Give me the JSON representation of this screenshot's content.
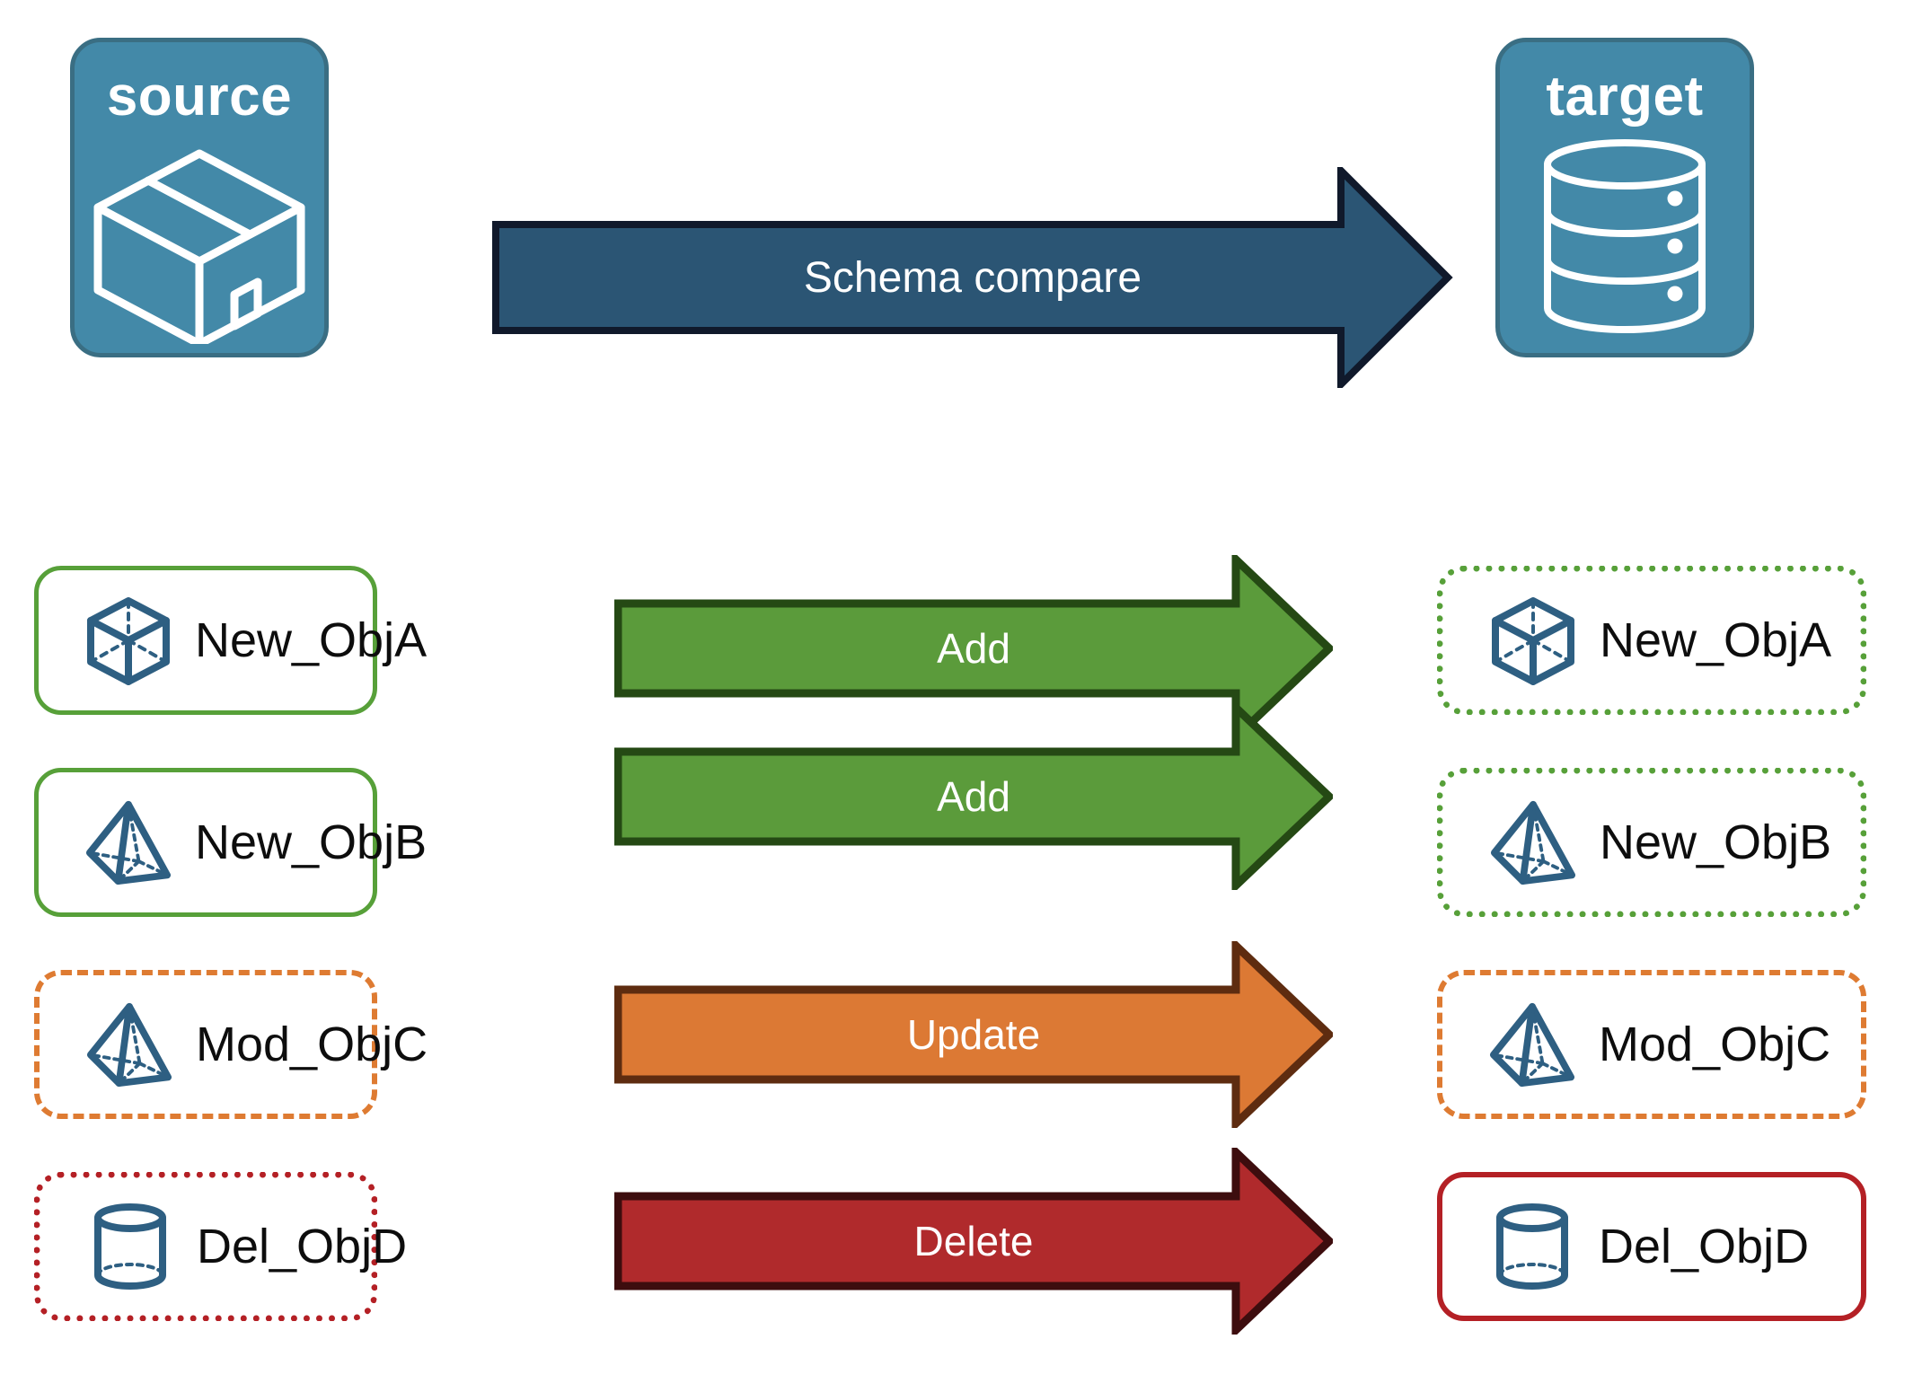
{
  "diagram": {
    "title_source": "source",
    "title_target": "target",
    "compare_label": "Schema compare"
  },
  "colors": {
    "endpoint_fill": "#4389A8",
    "endpoint_stroke": "#3A6E83",
    "compare_arrow_fill": "#2B5574",
    "compare_arrow_stroke": "#10192B",
    "add_fill": "#5B9B3B",
    "add_stroke": "#254914",
    "update_fill": "#DC7934",
    "update_stroke": "#5E2C10",
    "delete_fill": "#B02A2C",
    "delete_stroke": "#3D0D0E",
    "object_icon": "#2E5F82",
    "green_border": "#57A039",
    "orange_border": "#DE7B32",
    "red_border": "#B42025",
    "label_text": "#0D0D0D"
  },
  "endpoints": [
    {
      "name": "source",
      "label": "source",
      "icon": "package-box-icon"
    },
    {
      "name": "target",
      "label": "target",
      "icon": "database-cylinder-icon"
    }
  ],
  "compare_arrow": {
    "label": "Schema compare",
    "direction": "right"
  },
  "rows": [
    {
      "action": "Add",
      "source": {
        "label": "New_ObjA",
        "icon": "wireframe-cube-icon",
        "border_style": "solid",
        "border_color": "green"
      },
      "target": {
        "label": "New_ObjA",
        "icon": "wireframe-cube-icon",
        "border_style": "dotted",
        "border_color": "green"
      }
    },
    {
      "action": "Add",
      "source": {
        "label": "New_ObjB",
        "icon": "wireframe-pyramid-icon",
        "border_style": "solid",
        "border_color": "green"
      },
      "target": {
        "label": "New_ObjB",
        "icon": "wireframe-pyramid-icon",
        "border_style": "dotted",
        "border_color": "green"
      }
    },
    {
      "action": "Update",
      "source": {
        "label": "Mod_ObjC",
        "icon": "wireframe-pyramid-icon",
        "border_style": "dashed",
        "border_color": "orange"
      },
      "target": {
        "label": "Mod_ObjC",
        "icon": "wireframe-pyramid-icon",
        "border_style": "dashed",
        "border_color": "orange"
      }
    },
    {
      "action": "Delete",
      "source": {
        "label": "Del_ObjD",
        "icon": "wireframe-cylinder-icon",
        "border_style": "dotted",
        "border_color": "red"
      },
      "target": {
        "label": "Del_ObjD",
        "icon": "wireframe-cylinder-icon",
        "border_style": "solid",
        "border_color": "red"
      }
    }
  ]
}
